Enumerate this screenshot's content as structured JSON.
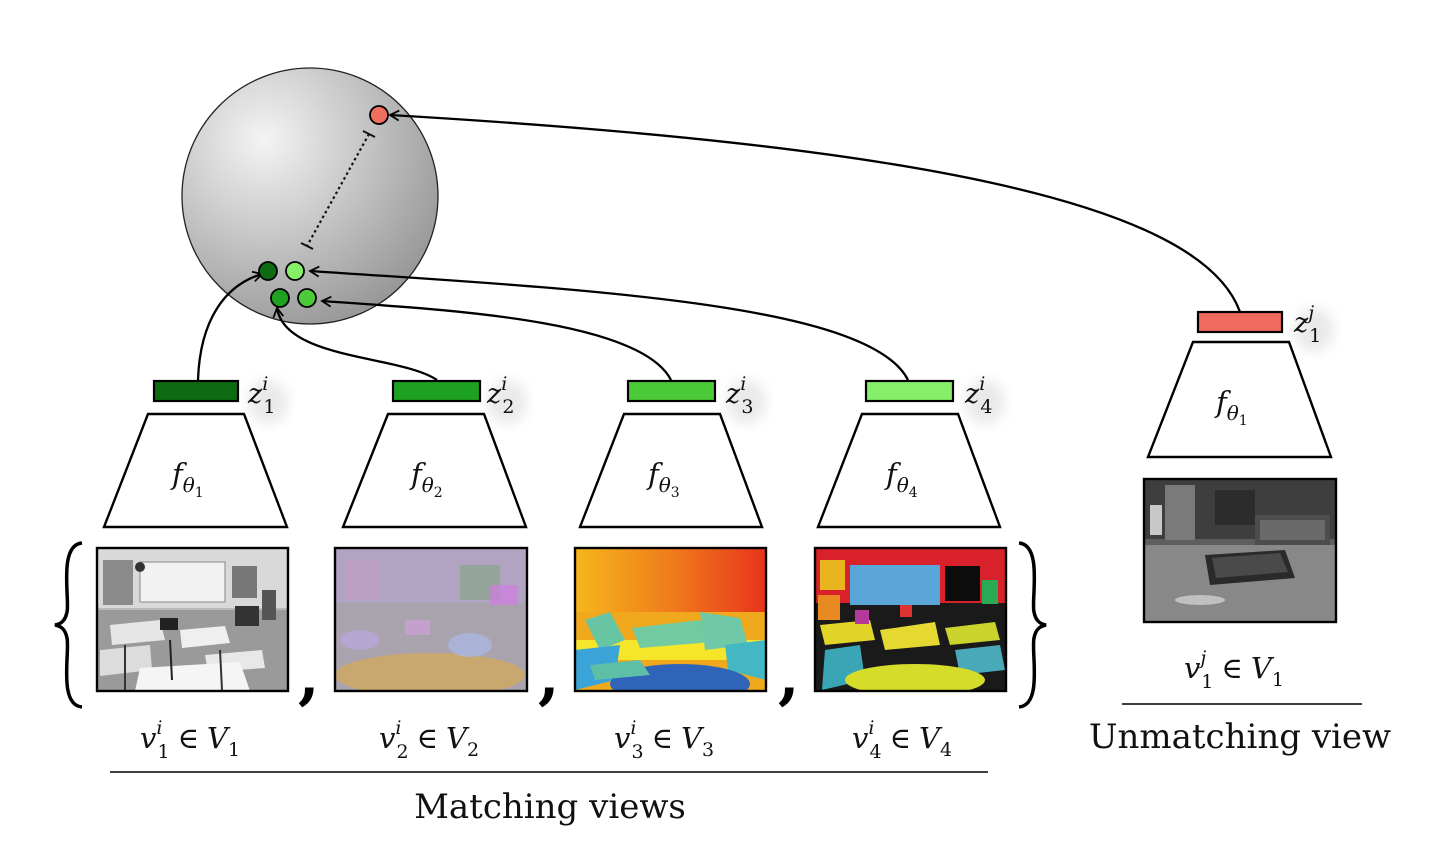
{
  "colors": {
    "negative_point": "#f07060",
    "negative_bar": "#f06a5e",
    "z1_bar": "#0d6b12",
    "z2_bar": "#1ea020",
    "z3_bar": "#4ccb38",
    "z4_bar": "#86ef6a",
    "sphere_light": "#f4f4f4",
    "sphere_dark": "#8f8f8f",
    "stroke": "#000000"
  },
  "encoders": [
    {
      "base": "f",
      "sub": "θ",
      "subsub": "1"
    },
    {
      "base": "f",
      "sub": "θ",
      "subsub": "2"
    },
    {
      "base": "f",
      "sub": "θ",
      "subsub": "3"
    },
    {
      "base": "f",
      "sub": "θ",
      "subsub": "4"
    },
    {
      "base": "f",
      "sub": "θ",
      "subsub": "1"
    }
  ],
  "embeddings": [
    {
      "base": "z",
      "sup": "i",
      "sub": "1"
    },
    {
      "base": "z",
      "sup": "i",
      "sub": "2"
    },
    {
      "base": "z",
      "sup": "i",
      "sub": "3"
    },
    {
      "base": "z",
      "sup": "i",
      "sub": "4"
    },
    {
      "base": "z",
      "sup": "j",
      "sub": "1"
    }
  ],
  "views": [
    {
      "base": "v",
      "sup": "i",
      "sub": "1",
      "rel": "∈",
      "set": "V",
      "setsub": "1",
      "image": "grayscale classroom photo"
    },
    {
      "base": "v",
      "sup": "i",
      "sub": "2",
      "rel": "∈",
      "set": "V",
      "setsub": "2",
      "image": "surface normals map"
    },
    {
      "base": "v",
      "sup": "i",
      "sub": "3",
      "rel": "∈",
      "set": "V",
      "setsub": "3",
      "image": "depth map"
    },
    {
      "base": "v",
      "sup": "i",
      "sub": "4",
      "rel": "∈",
      "set": "V",
      "setsub": "4",
      "image": "semantic segmentation"
    },
    {
      "base": "v",
      "sup": "j",
      "sub": "1",
      "rel": "∈",
      "set": "V",
      "setsub": "1",
      "image": "grayscale living room photo"
    }
  ],
  "captions": {
    "matching": "Matching views",
    "unmatching": "Unmatching view"
  },
  "separators": [
    ",",
    ",",
    ","
  ]
}
